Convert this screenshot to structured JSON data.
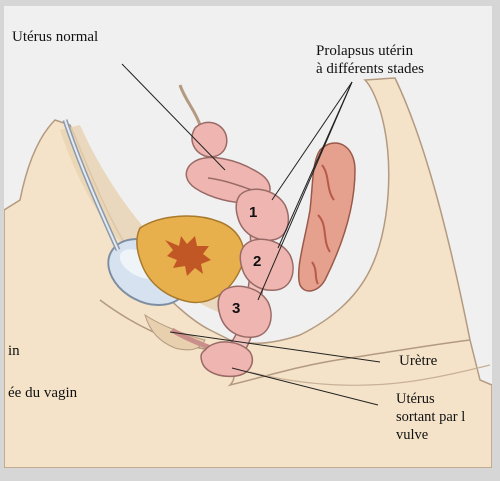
{
  "labels": {
    "uterus_normal": "Utérus normal",
    "prolapse_line1": "Prolapsus utérin",
    "prolapse_line2": "à différents stades",
    "left_cut1": "in",
    "left_cut2": "ée du vagin",
    "urethra": "Urètre",
    "uterus_exit_line1": "Utérus",
    "uterus_exit_line2": "sortant par l",
    "uterus_exit_line3": "vulve"
  },
  "stages": [
    "1",
    "2",
    "3"
  ],
  "colors": {
    "skin": "#f4e3c8",
    "skin_edge": "#b39a80",
    "uterus": "#efb6b1",
    "uterus_edge": "#9a6a66",
    "bladder": "#d6e2ef",
    "rectum": "#e6a08e",
    "bowel_yellow": "#e8b04c",
    "leader": "#222222"
  }
}
